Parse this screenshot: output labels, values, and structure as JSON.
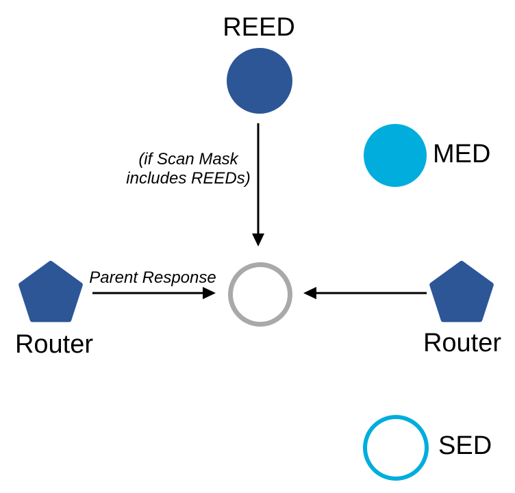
{
  "diagram": {
    "nodes": {
      "reed": {
        "label": "REED"
      },
      "med": {
        "label": "MED"
      },
      "sed": {
        "label": "SED"
      },
      "router_left": {
        "label": "Router"
      },
      "router_right": {
        "label": "Router"
      }
    },
    "annotations": {
      "scan_mask_line1": "(if Scan Mask",
      "scan_mask_line2": "includes REEDs)",
      "parent_response": "Parent Response"
    },
    "colors": {
      "node_blue": "#2D5697",
      "node_cyan": "#00ADDC",
      "joiner_gray": "#A9A9A9",
      "arrow_black": "#000000"
    }
  }
}
